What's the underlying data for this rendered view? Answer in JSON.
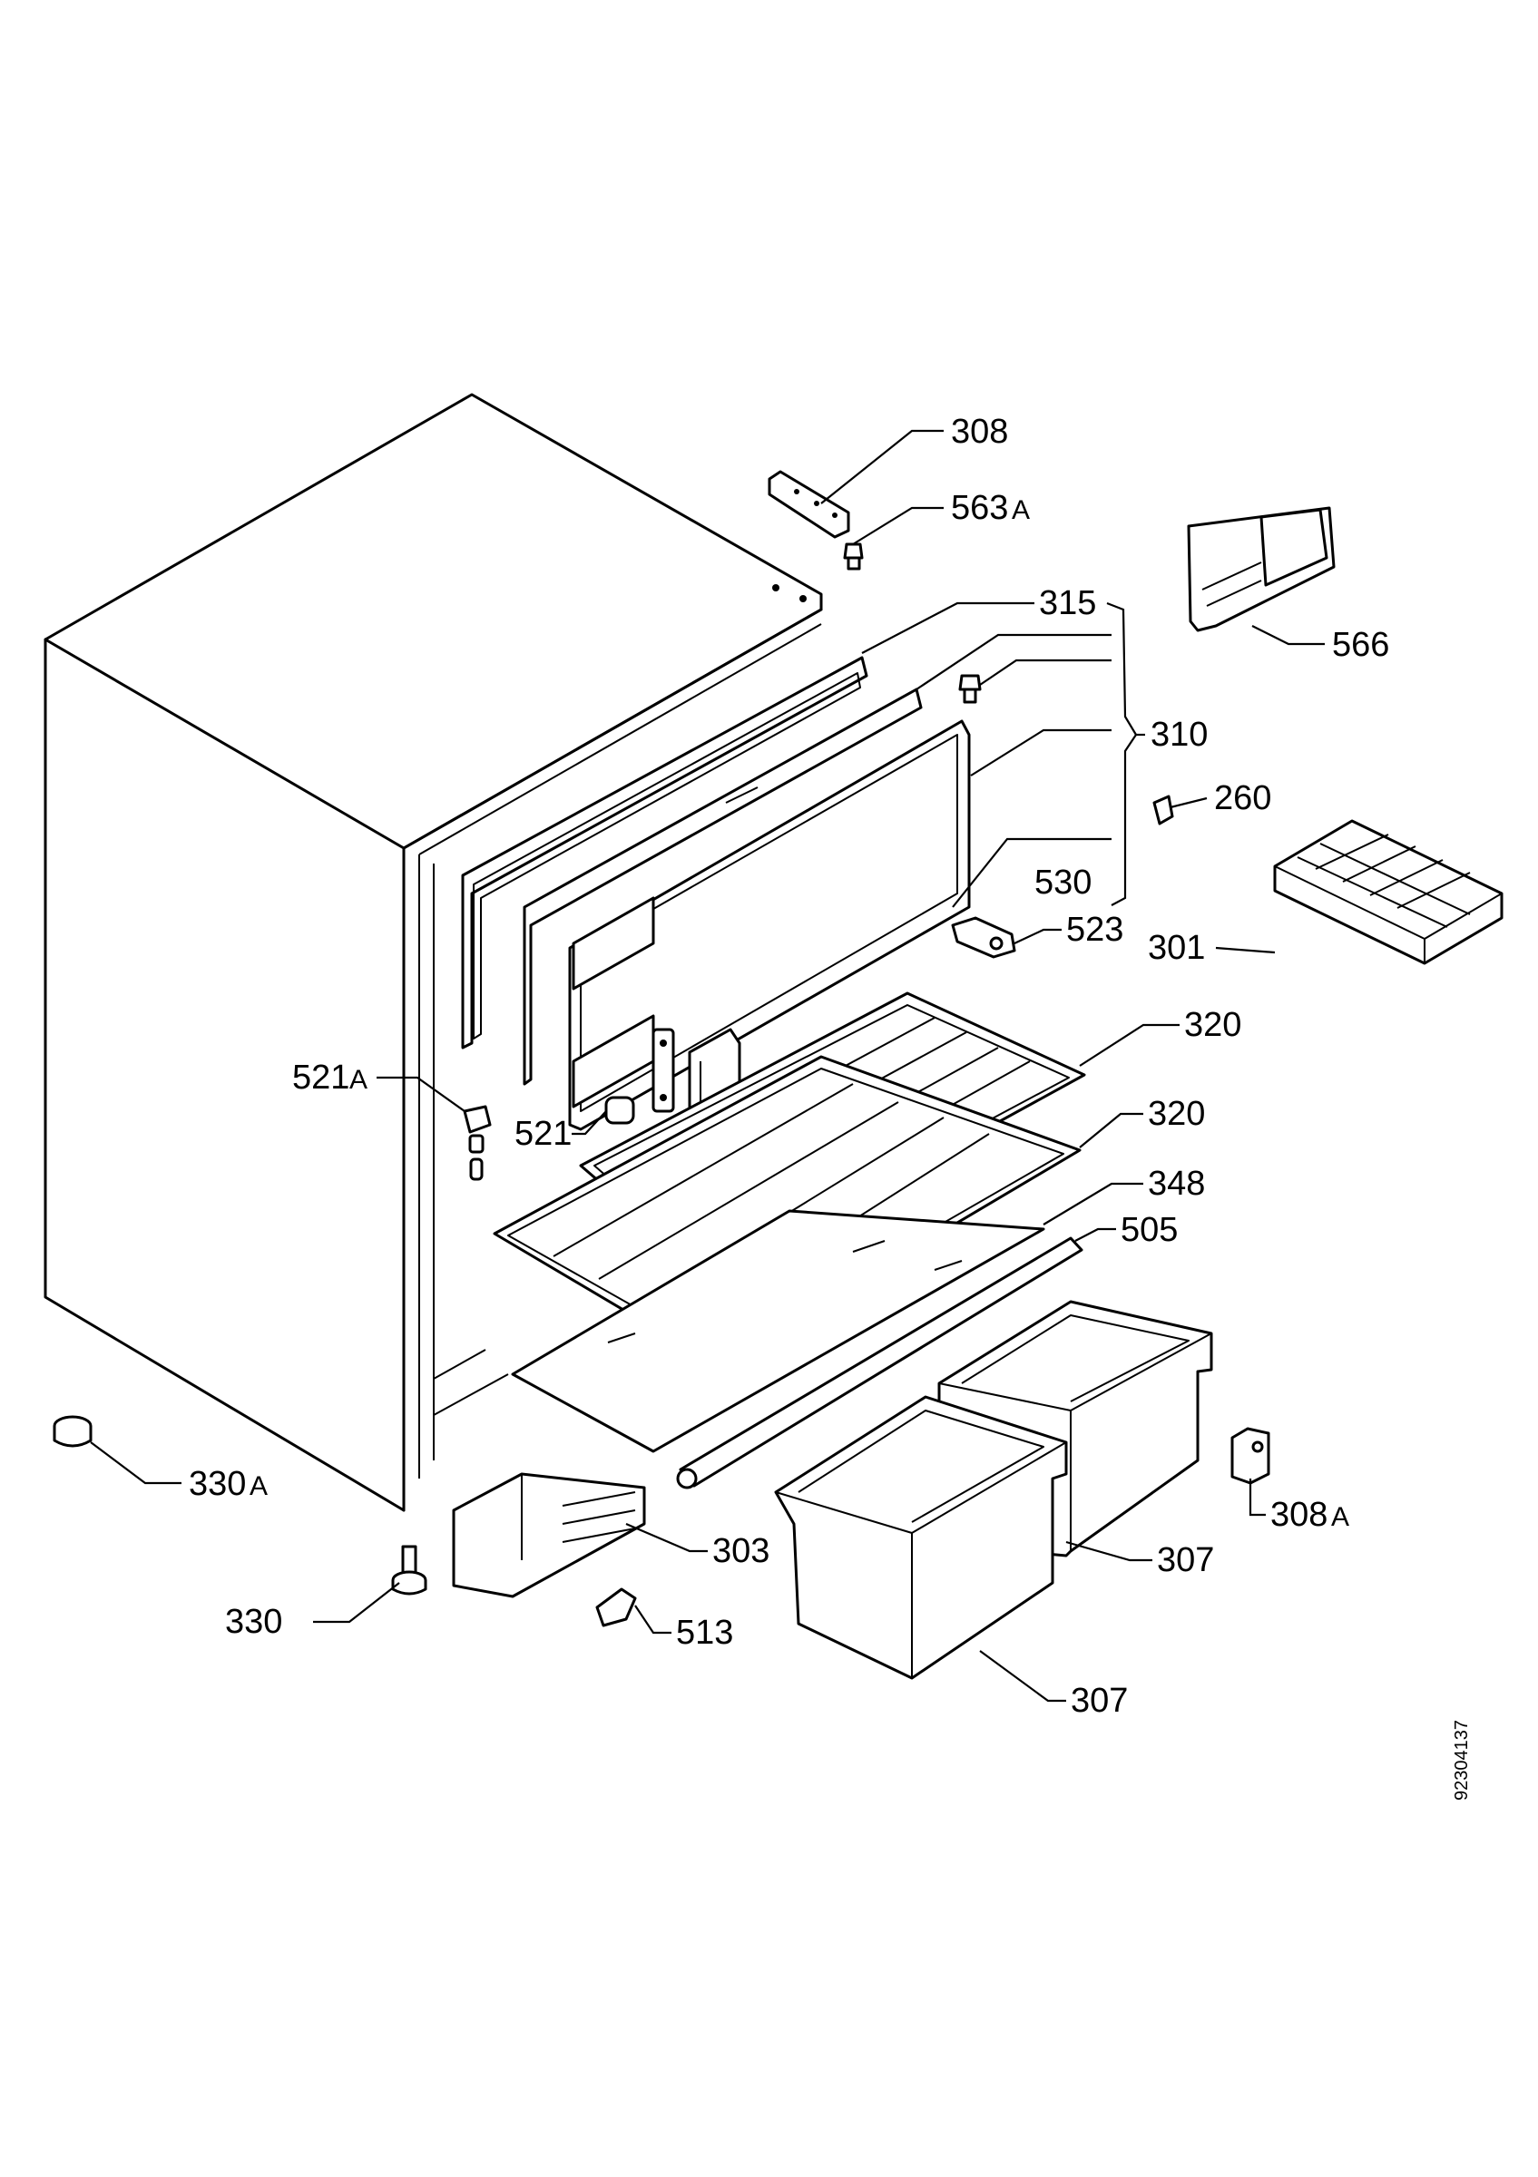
{
  "labels": {
    "p308_top": "308",
    "p563a": "563",
    "p563a_sfx": "A",
    "p566": "566",
    "p315": "315",
    "p310": "310",
    "p260": "260",
    "p530": "530",
    "p523": "523",
    "p301": "301",
    "p320_a": "320",
    "p320_b": "320",
    "p521a": "521",
    "p521a_sfx": "A",
    "p521": "521",
    "p348": "348",
    "p505": "505",
    "p330a": "330",
    "p330a_sfx": "A",
    "p303": "303",
    "p307_a": "307",
    "p308a": "308",
    "p308a_sfx": "A",
    "p330": "330",
    "p513": "513",
    "p307_b": "307"
  },
  "document_number": "92304137"
}
